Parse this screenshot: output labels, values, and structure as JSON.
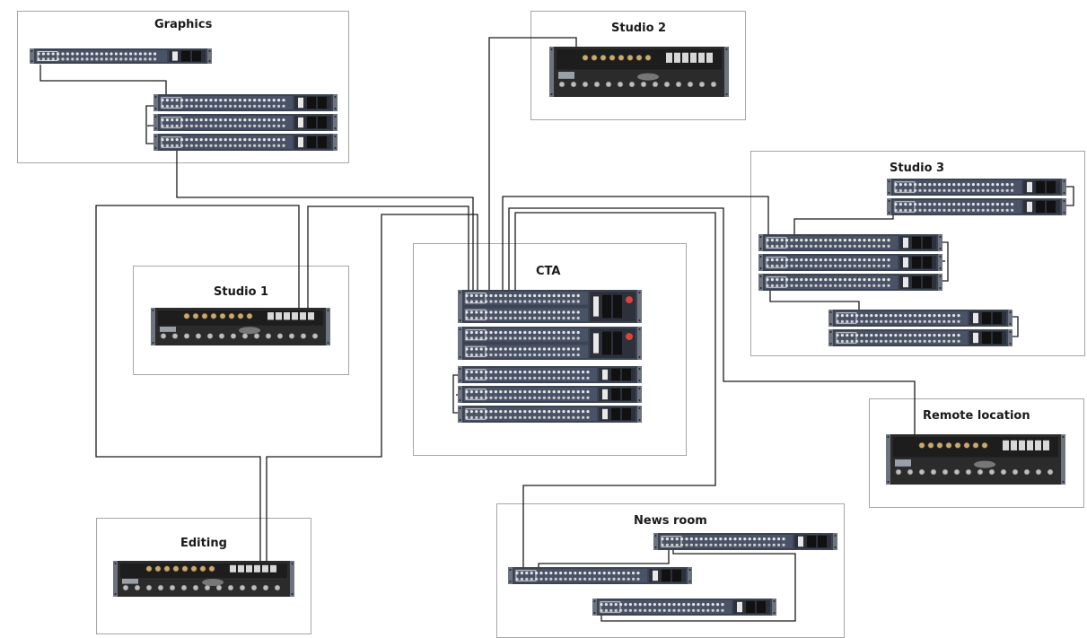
{
  "diagram": {
    "groups": [
      {
        "id": "graphics",
        "label": "Graphics"
      },
      {
        "id": "studio2",
        "label": "Studio 2"
      },
      {
        "id": "studio3",
        "label": "Studio 3"
      },
      {
        "id": "studio1",
        "label": "Studio 1"
      },
      {
        "id": "cta",
        "label": "CTA"
      },
      {
        "id": "remote",
        "label": "Remote location"
      },
      {
        "id": "editing",
        "label": "Editing"
      },
      {
        "id": "newsroom",
        "label": "News room"
      }
    ]
  }
}
